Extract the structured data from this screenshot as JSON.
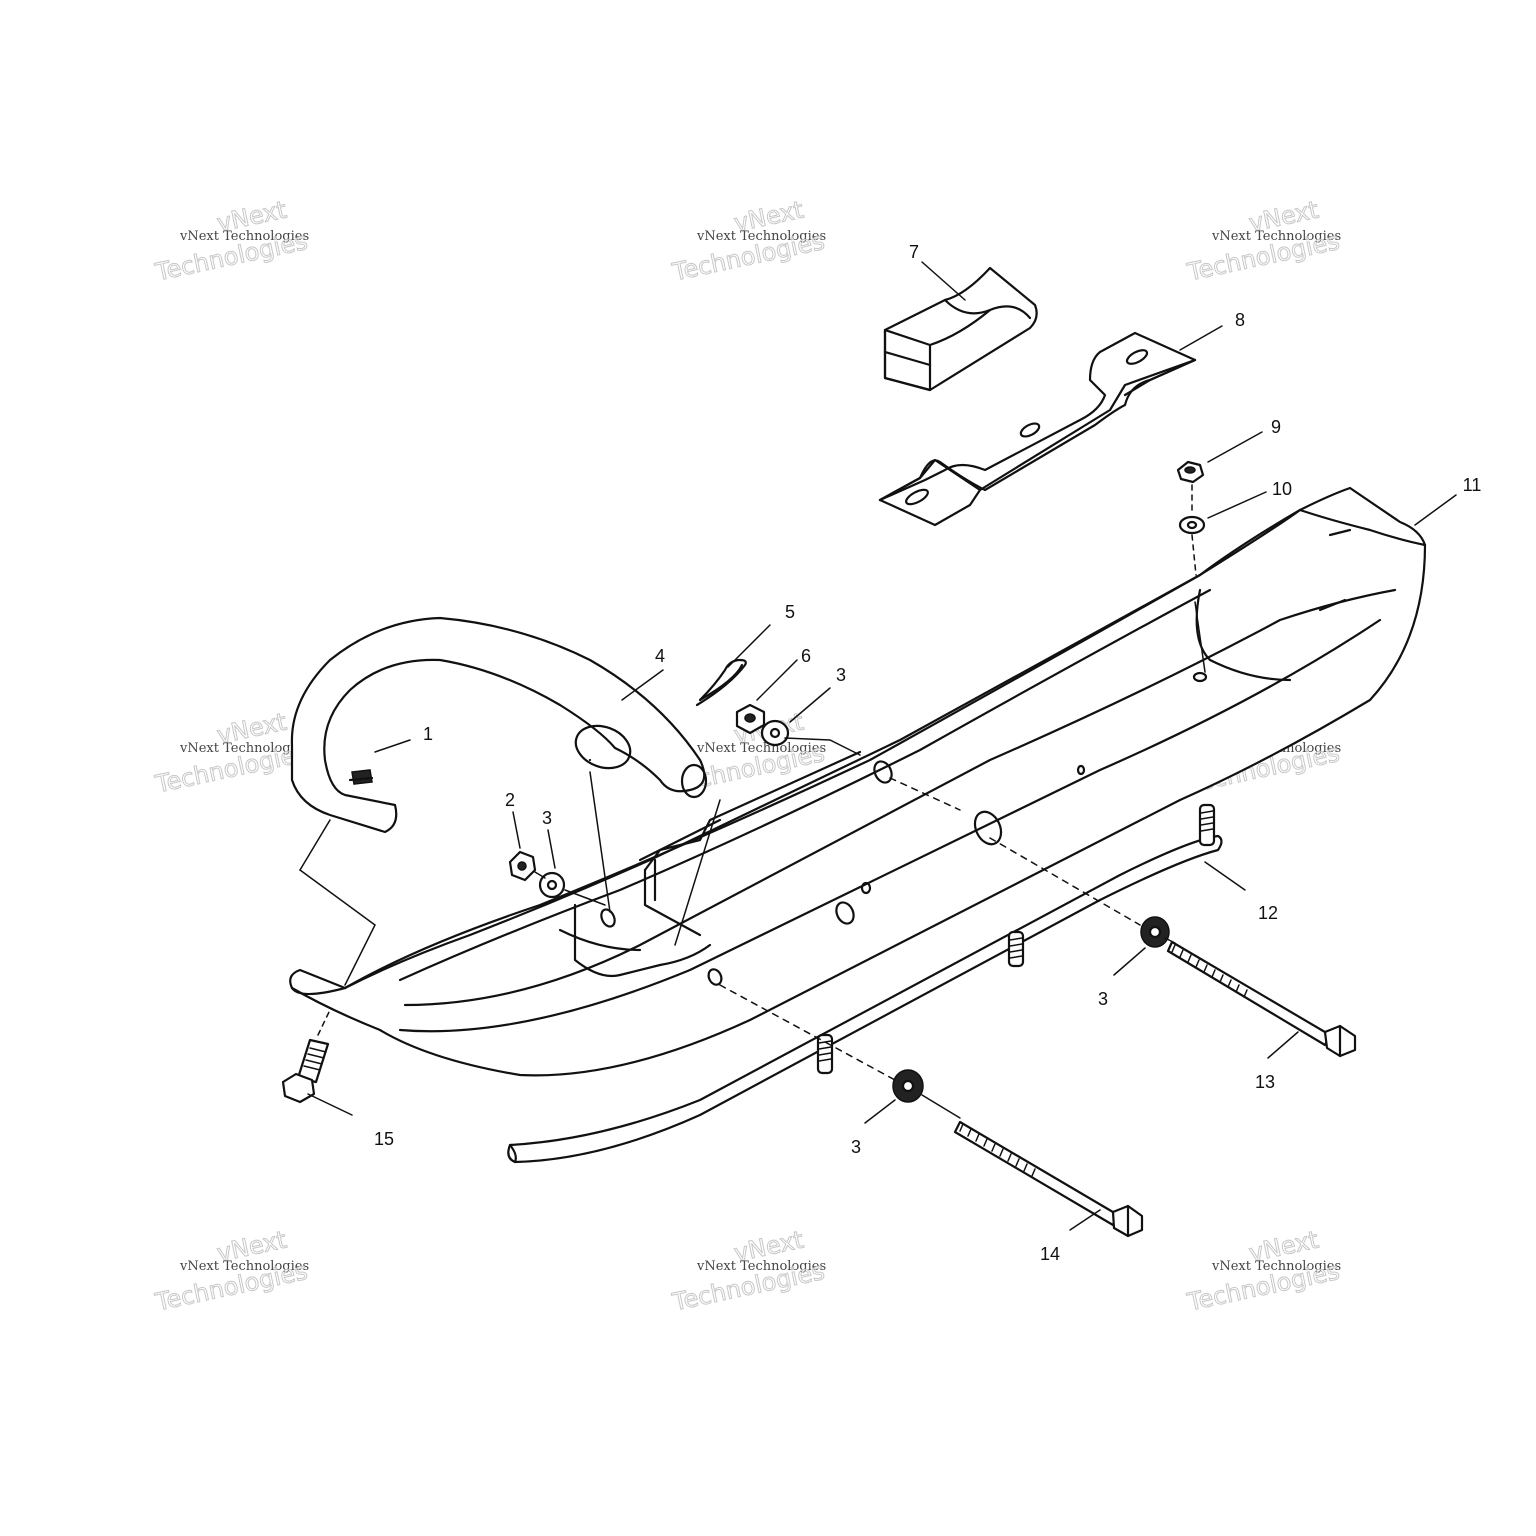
{
  "diagram": {
    "callouts": [
      "1",
      "2",
      "3",
      "4",
      "5",
      "6",
      "7",
      "8",
      "9",
      "10",
      "11",
      "12",
      "13",
      "14",
      "15"
    ]
  },
  "watermark": {
    "line1": "vNext Technologies",
    "big_top": "vNext",
    "big_bottom": "Technologies"
  }
}
